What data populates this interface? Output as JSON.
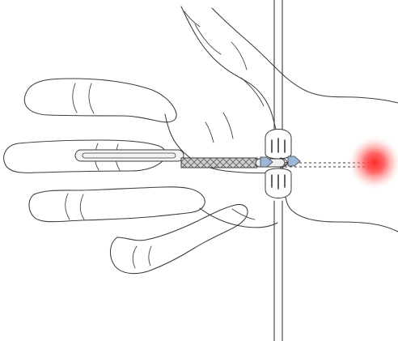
{
  "figure": {
    "subject": "hand",
    "devices": [
      "sheath",
      "needle",
      "cannula"
    ],
    "colors": {
      "background": "#ffffff",
      "ink": "#3b3b3b",
      "tube_fill": "#f3f3f3",
      "mesh_fill": "#d0d0d0",
      "blue_accent": "#9bb6d6",
      "target_red": "#ff3b3b"
    }
  }
}
